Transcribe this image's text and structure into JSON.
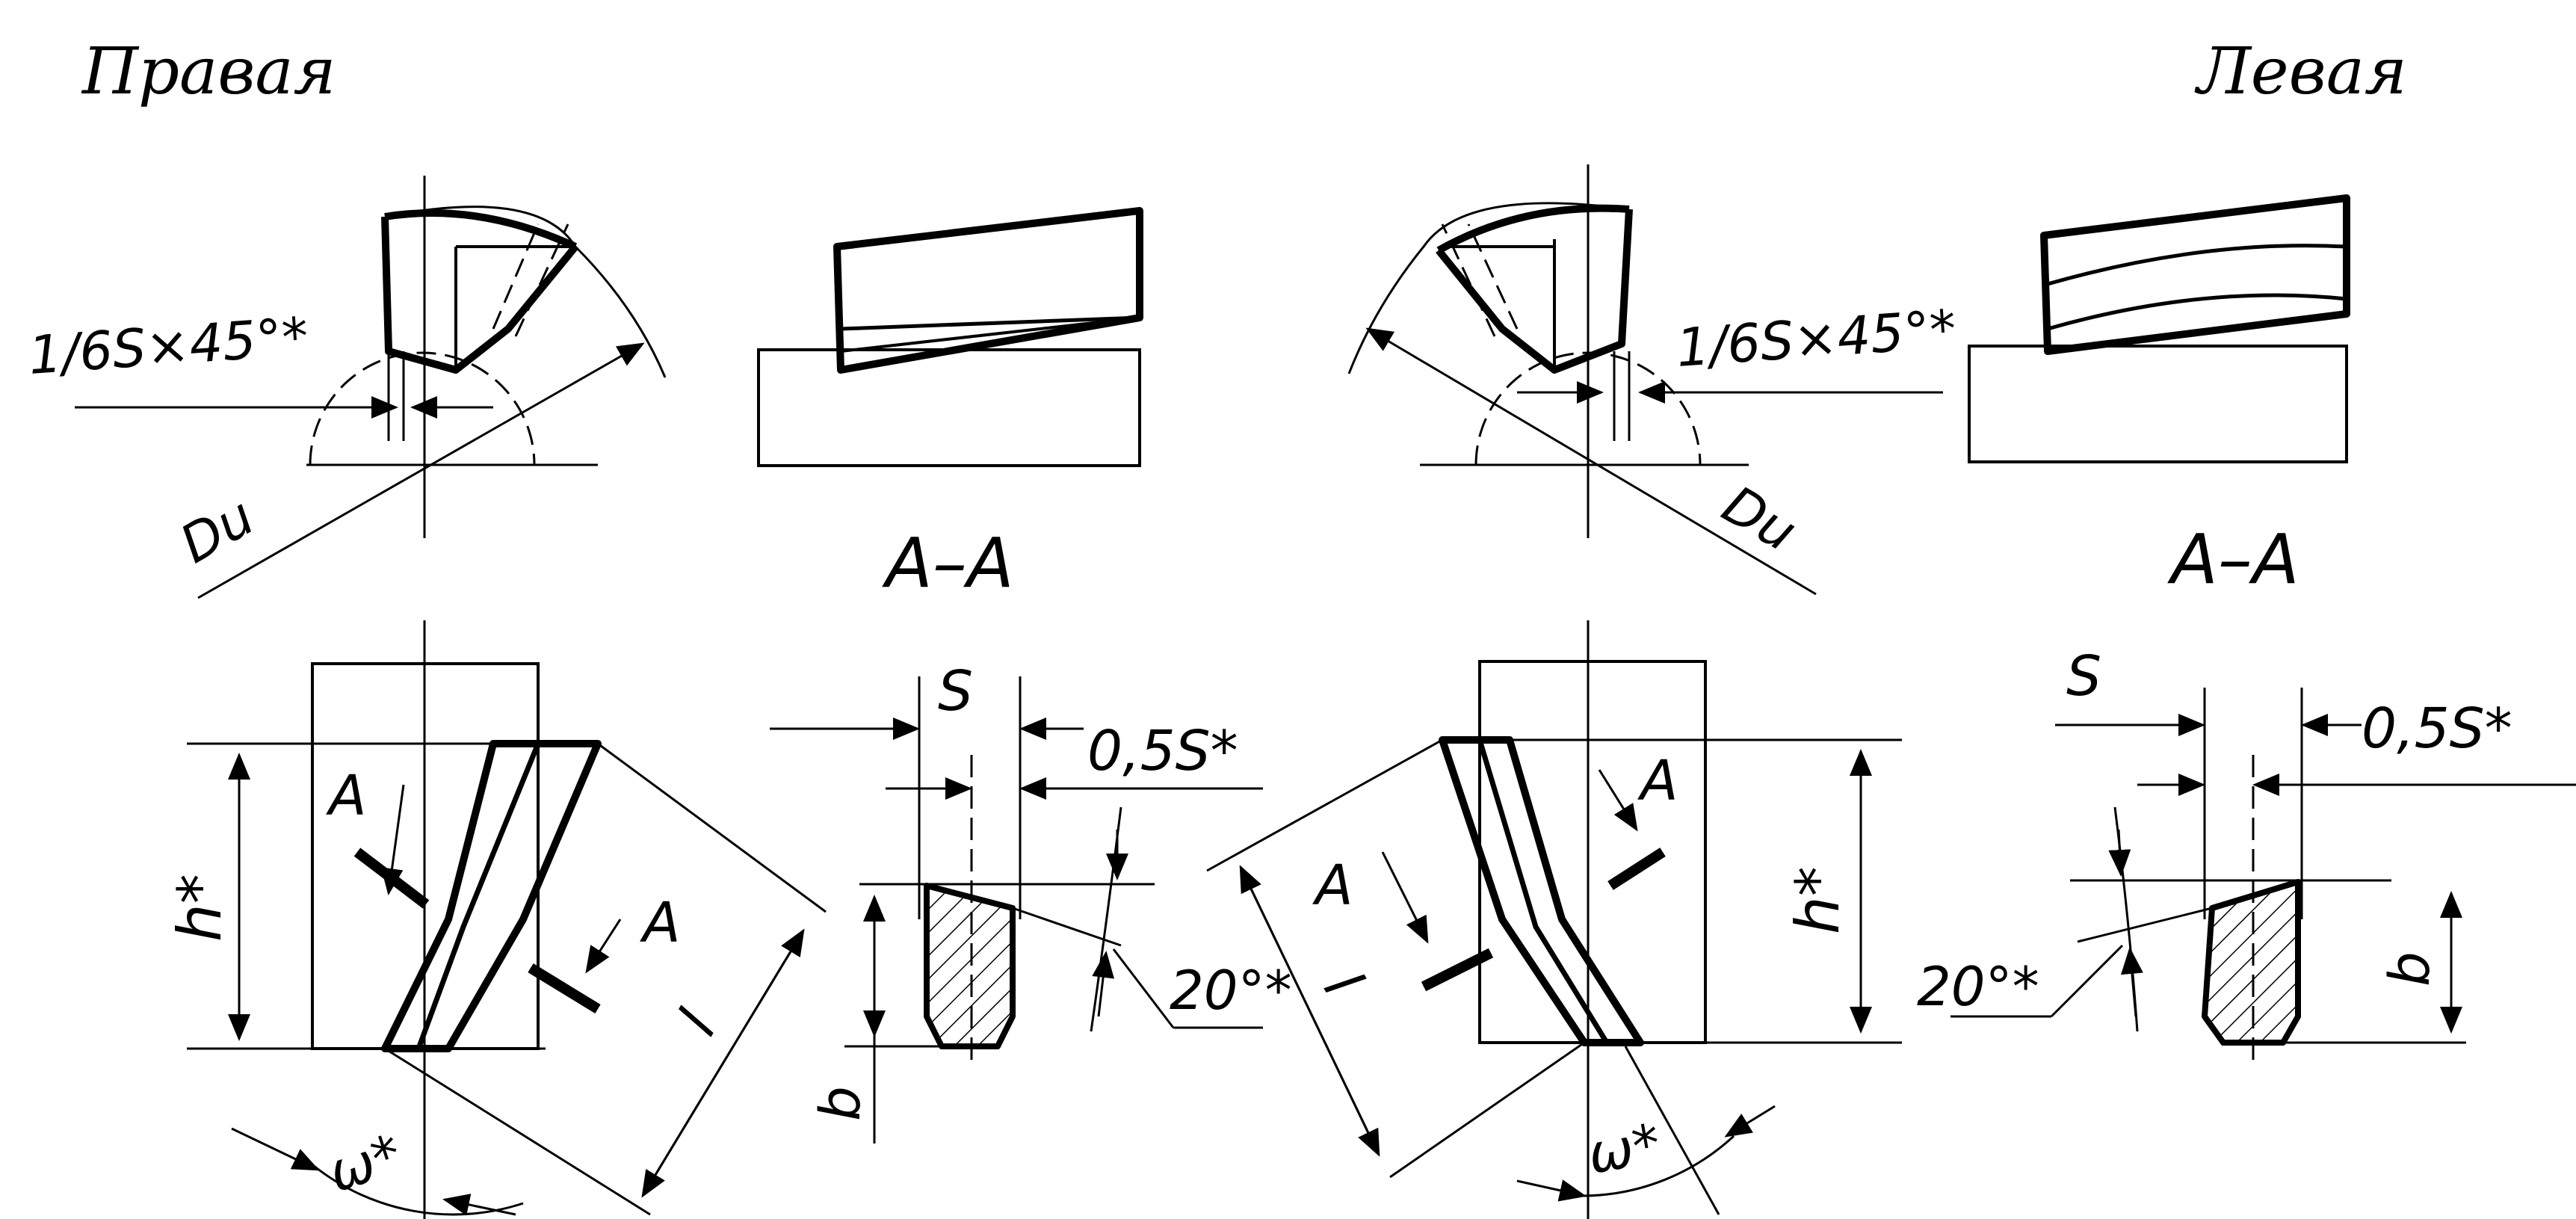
{
  "titles": {
    "right": "Правая",
    "left": "Левая"
  },
  "labels": {
    "chamfer_r": "1/6S×45°*",
    "chamfer_l": "1/6S×45°*",
    "du_r": "Du",
    "du_l": "Du",
    "section_r": "A–A",
    "section_l": "A–A",
    "h_r": "h*",
    "h_l": "h*",
    "a1_r": "A",
    "a2_r": "A",
    "a1_l": "A",
    "a2_l": "A",
    "l_r": "l",
    "l_l": "l",
    "omega_r": "ω*",
    "omega_l": "ω*",
    "s_r": "S",
    "s_l": "S",
    "half_s_r": "0,5S*",
    "half_s_l": "0,5S*",
    "angle_r": "20°*",
    "angle_l": "20°*",
    "b_r": "b",
    "b_l": "b"
  },
  "colors": {
    "ink": "#000000",
    "paper": "#ffffff"
  }
}
